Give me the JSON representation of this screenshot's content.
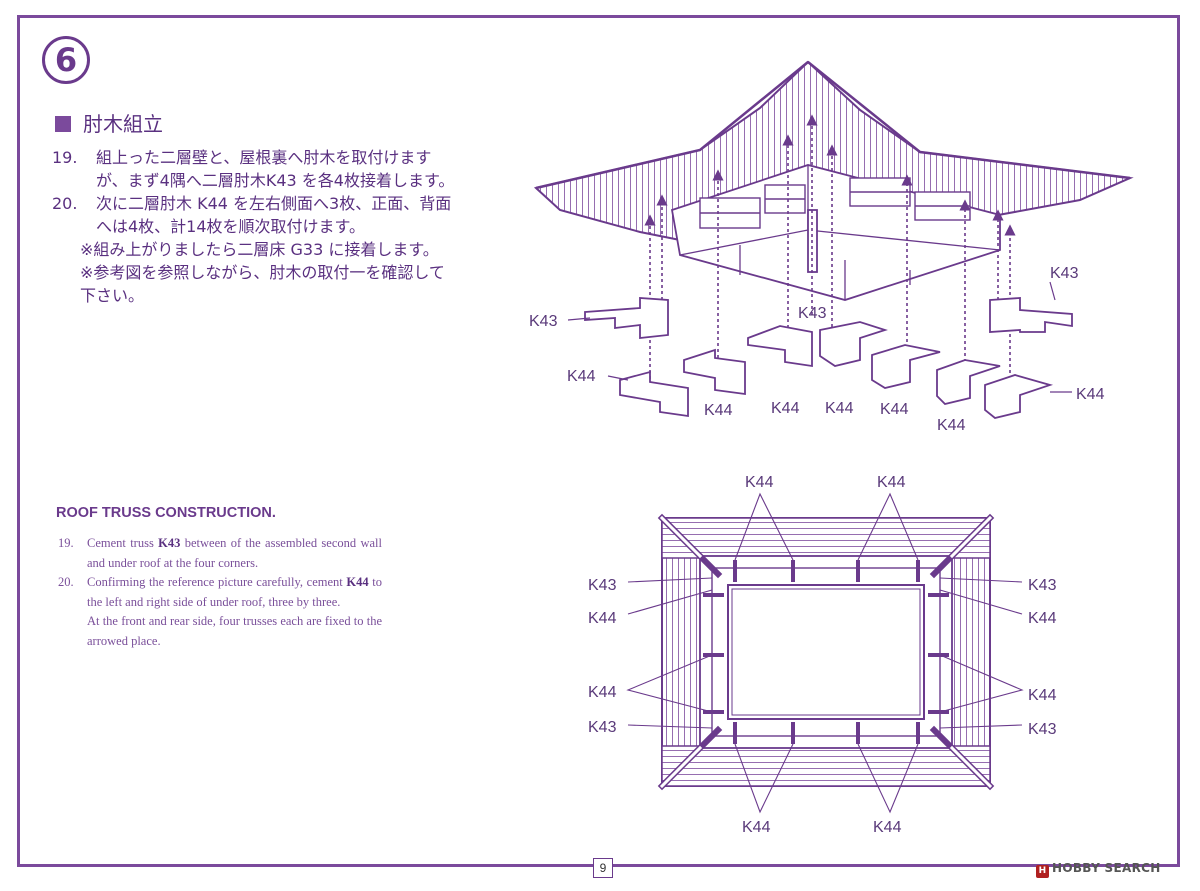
{
  "step": {
    "number": "6"
  },
  "jp": {
    "heading": "肘木組立",
    "items": [
      {
        "num": "19.",
        "text": "組上った二層壁と、屋根裏へ肘木を取付けますが、まず4隅へ二層肘木K43 を各4枚接着します。"
      },
      {
        "num": "20.",
        "text": "次に二層肘木 K44 を左右側面へ3枚、正面、背面へは4枚、計14枚を順次取付けます。"
      }
    ],
    "notes": [
      "※組み上がりましたら二層床 G33 に接着します。",
      "※参考図を参照しながら、肘木の取付一を確認して下さい。"
    ]
  },
  "en": {
    "title": "ROOF TRUSS CONSTRUCTION.",
    "item19": {
      "num": "19.",
      "pre": "Cement truss ",
      "part": "K43",
      "post": " between of the assembled second wall and under roof at the four corners."
    },
    "item20": {
      "num": "20.",
      "pre": "Confirming the reference picture carefully, cement ",
      "part": "K44",
      "post": " to the left and right side of under roof, three by three.",
      "extra": "At the front and rear side, four trusses each are fixed to the arrowed place."
    }
  },
  "labels": {
    "k43": "K43",
    "k44": "K44"
  },
  "page_number": "9",
  "watermark": {
    "icon": "H",
    "text": "HOBBY SEARCH"
  },
  "colors": {
    "accent": "#7b4a9c",
    "text": "#5a3080"
  }
}
